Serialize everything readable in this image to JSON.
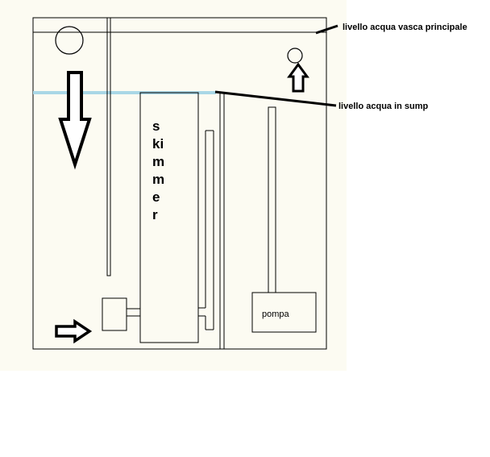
{
  "colors": {
    "panel_background": "#fcfbf2",
    "page_background": "#ffffff",
    "line": "#000000",
    "water_line": "#a9d7e6"
  },
  "labels": {
    "main_tank_water_level": "livello acqua vasca principale",
    "sump_water_level": "livello acqua in sump",
    "skimmer_letters": [
      "s",
      "ki",
      "m",
      "m",
      "e",
      "r"
    ],
    "pump": "pompa"
  },
  "icons": {
    "flow_down_arrow": "arrow-down-icon",
    "flow_right_arrow": "arrow-right-icon",
    "flow_up_arrow": "arrow-up-icon"
  }
}
